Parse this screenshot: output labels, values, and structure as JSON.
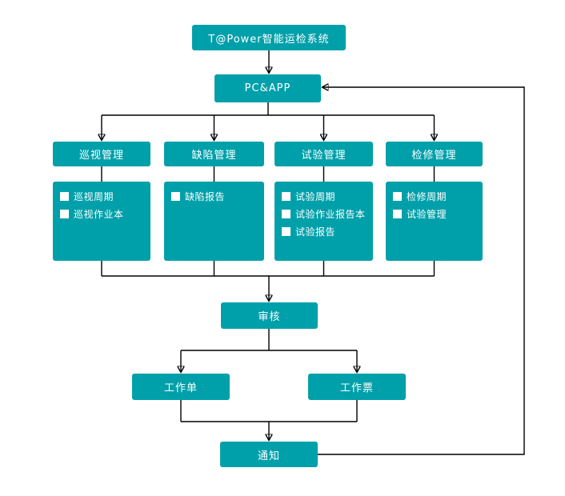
{
  "title": {
    "label": "T@Power智能运检系统"
  },
  "platform": {
    "label": "PC&APP"
  },
  "branches": {
    "patrol": {
      "header": "巡视管理",
      "items": [
        "巡视周期",
        "巡视作业本"
      ]
    },
    "defect": {
      "header": "缺陷管理",
      "items": [
        "缺陷报告"
      ]
    },
    "test": {
      "header": "试验管理",
      "items": [
        "试验周期",
        "试验作业报告本",
        "试验报告"
      ]
    },
    "overhaul": {
      "header": "检修管理",
      "items": [
        "检修周期",
        "试验管理"
      ]
    }
  },
  "review": {
    "label": "审核"
  },
  "work_order": {
    "label": "工作单"
  },
  "work_ticket": {
    "label": "工作票"
  },
  "notice": {
    "label": "通知"
  },
  "colors": {
    "node_fill": "#00A0AA",
    "node_text": "#FFFFFF",
    "connector": "#000000",
    "checkbox": "#FFFFFF"
  }
}
